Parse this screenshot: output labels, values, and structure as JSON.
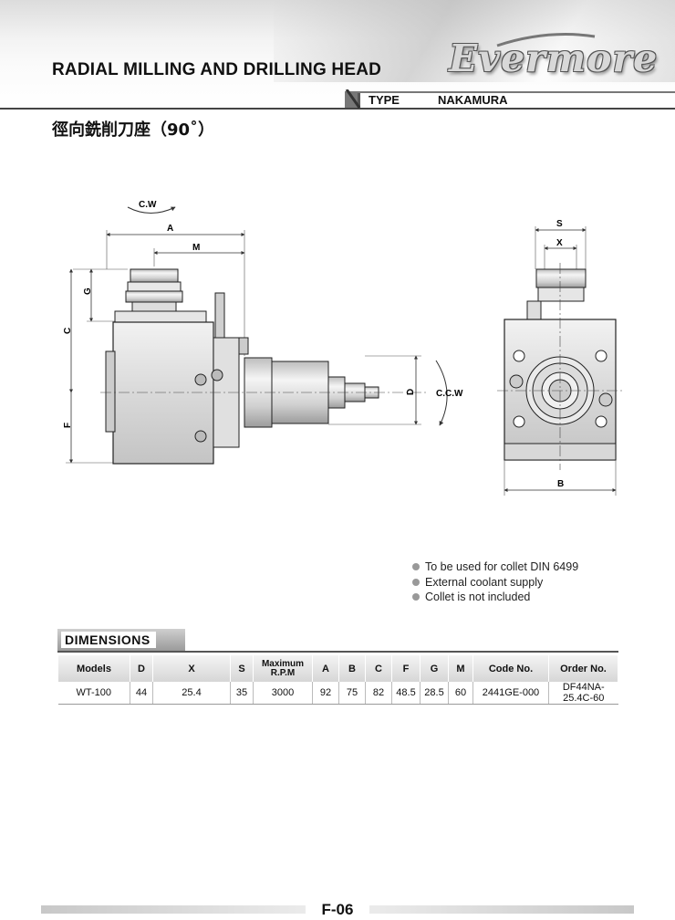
{
  "header": {
    "title": "RADIAL MILLING AND DRILLING HEAD",
    "brand": "Evermore",
    "type_label": "TYPE",
    "type_value": "NAKAMURA",
    "subtitle": "徑向銑削刀座（90˚）"
  },
  "drawing": {
    "labels": {
      "cw": "C.W",
      "ccw": "C.C.W",
      "a": "A",
      "m": "M",
      "g": "G",
      "c": "C",
      "f": "F",
      "d": "D",
      "s": "S",
      "x": "X",
      "b": "B"
    }
  },
  "notes": [
    "To be used for collet DIN 6499",
    "External coolant supply",
    "Collet is not included"
  ],
  "dimensions": {
    "section_title": "DIMENSIONS",
    "headers": {
      "models": "Models",
      "d": "D",
      "x": "X",
      "s": "S",
      "rpm_1": "Maximum",
      "rpm_2": "R.P.M",
      "a": "A",
      "b": "B",
      "c": "C",
      "f": "F",
      "g": "G",
      "m": "M",
      "code": "Code No.",
      "order": "Order No."
    },
    "rows": [
      {
        "model": "WT-100",
        "d": "44",
        "x": "25.4",
        "s": "35",
        "rpm": "3000",
        "a": "92",
        "b": "75",
        "c": "82",
        "f": "48.5",
        "g": "28.5",
        "m": "60",
        "code": "2441GE-000",
        "order": "DF44NA-25.4C-60"
      }
    ]
  },
  "footer": {
    "page": "F-06"
  }
}
